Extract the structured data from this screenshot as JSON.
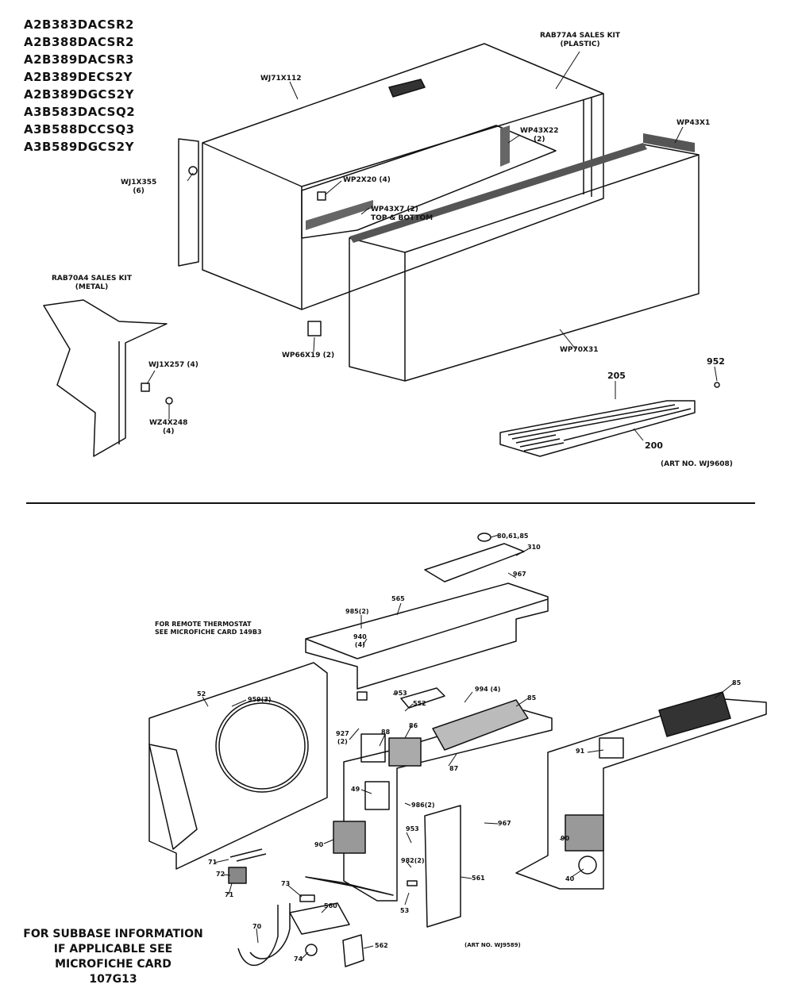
{
  "models": [
    "A2B383DACSR2",
    "A2B388DACSR2",
    "A2B389DACSR3",
    "A2B389DECS2Y",
    "A2B389DGCS2Y",
    "A3B583DACSQ2",
    "A3B588DCCSQ3",
    "A3B589DGCS2Y"
  ],
  "top_labels": {
    "rab77a4_l1": "RAB77A4 SALES KIT",
    "rab77a4_l2": "(PLASTIC)",
    "wj71x112": "WJ71X112",
    "wp43x22_l1": "WP43X22",
    "wp43x22_l2": "(2)",
    "wp43x1": "WP43X1",
    "wj1x355_l1": "WJ1X355",
    "wj1x355_l2": "(6)",
    "wp2x20": "WP2X20 (4)",
    "wp43x7_l1": "WP43X7 (2)",
    "wp43x7_l2": "TOP & BOTTOM",
    "rab70a4_l1": "RAB70A4 SALES KIT",
    "rab70a4_l2": "(METAL)",
    "wj1x257": "WJ1X257 (4)",
    "wz4x248_l1": "WZ4X248",
    "wz4x248_l2": "(4)",
    "wp66x19": "WP66X19 (2)",
    "wp70x31": "WP70X31",
    "p952": "952",
    "p205": "205",
    "p200": "200",
    "art_top": "(ART NO. WJ9608)"
  },
  "bottom_labels": {
    "p80": "80,61,85",
    "p310": "310",
    "p967a": "967",
    "p565": "565",
    "remote_l1": "FOR REMOTE THERMOSTAT",
    "remote_l2": "SEE MICROFICHE CARD 149B3",
    "p985": "985(2)",
    "p940_l1": "940",
    "p940_l2": "(4)",
    "p52": "52",
    "p959": "959(3)",
    "p953a": "953",
    "p552": "552",
    "p994": "994 (4)",
    "p85a": "85",
    "p85b": "85",
    "p927_l1": "927",
    "p927_l2": "(2)",
    "p88": "88",
    "p86": "86",
    "p87": "87",
    "p91": "91",
    "p49": "49",
    "p986": "986(2)",
    "p967b": "967",
    "p90a": "90",
    "p953b": "953",
    "p90b": "90",
    "p982": "982(2)",
    "p561": "561",
    "p40": "40",
    "p71a": "71",
    "p72": "72",
    "p71b": "71",
    "p73": "73",
    "p53": "53",
    "p560": "560",
    "p70": "70",
    "p74": "74",
    "p562": "562",
    "art_bottom": "(ART NO. WJ9589)"
  },
  "subbase": [
    "FOR SUBBASE INFORMATION",
    "IF APPLICABLE SEE",
    "MICROFICHE CARD",
    "107G13"
  ]
}
